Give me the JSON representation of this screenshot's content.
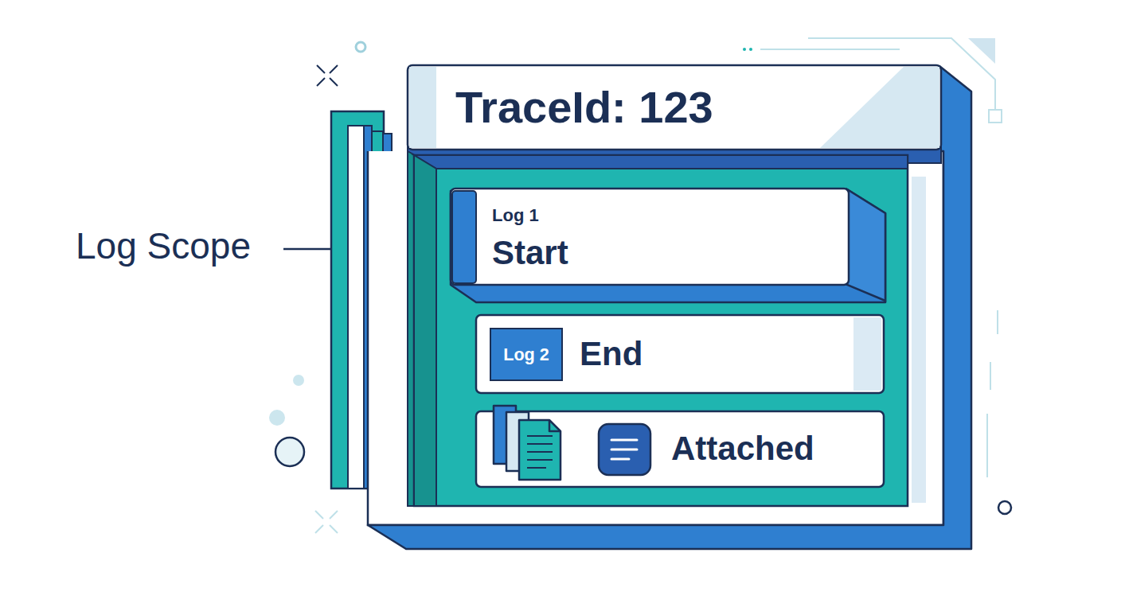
{
  "diagram": {
    "nodes": [
      {
        "text": [
          "TraceId: 123"
        ]
      },
      {
        "text": [
          "Log 1",
          "Start"
        ],
        "in": 0
      },
      {
        "text": [
          "Log 2",
          "End"
        ],
        "in": 0
      },
      {
        "text": [
          "Attached"
        ],
        "in": 0
      }
    ],
    "labels": [
      "Log Scope"
    ]
  }
}
